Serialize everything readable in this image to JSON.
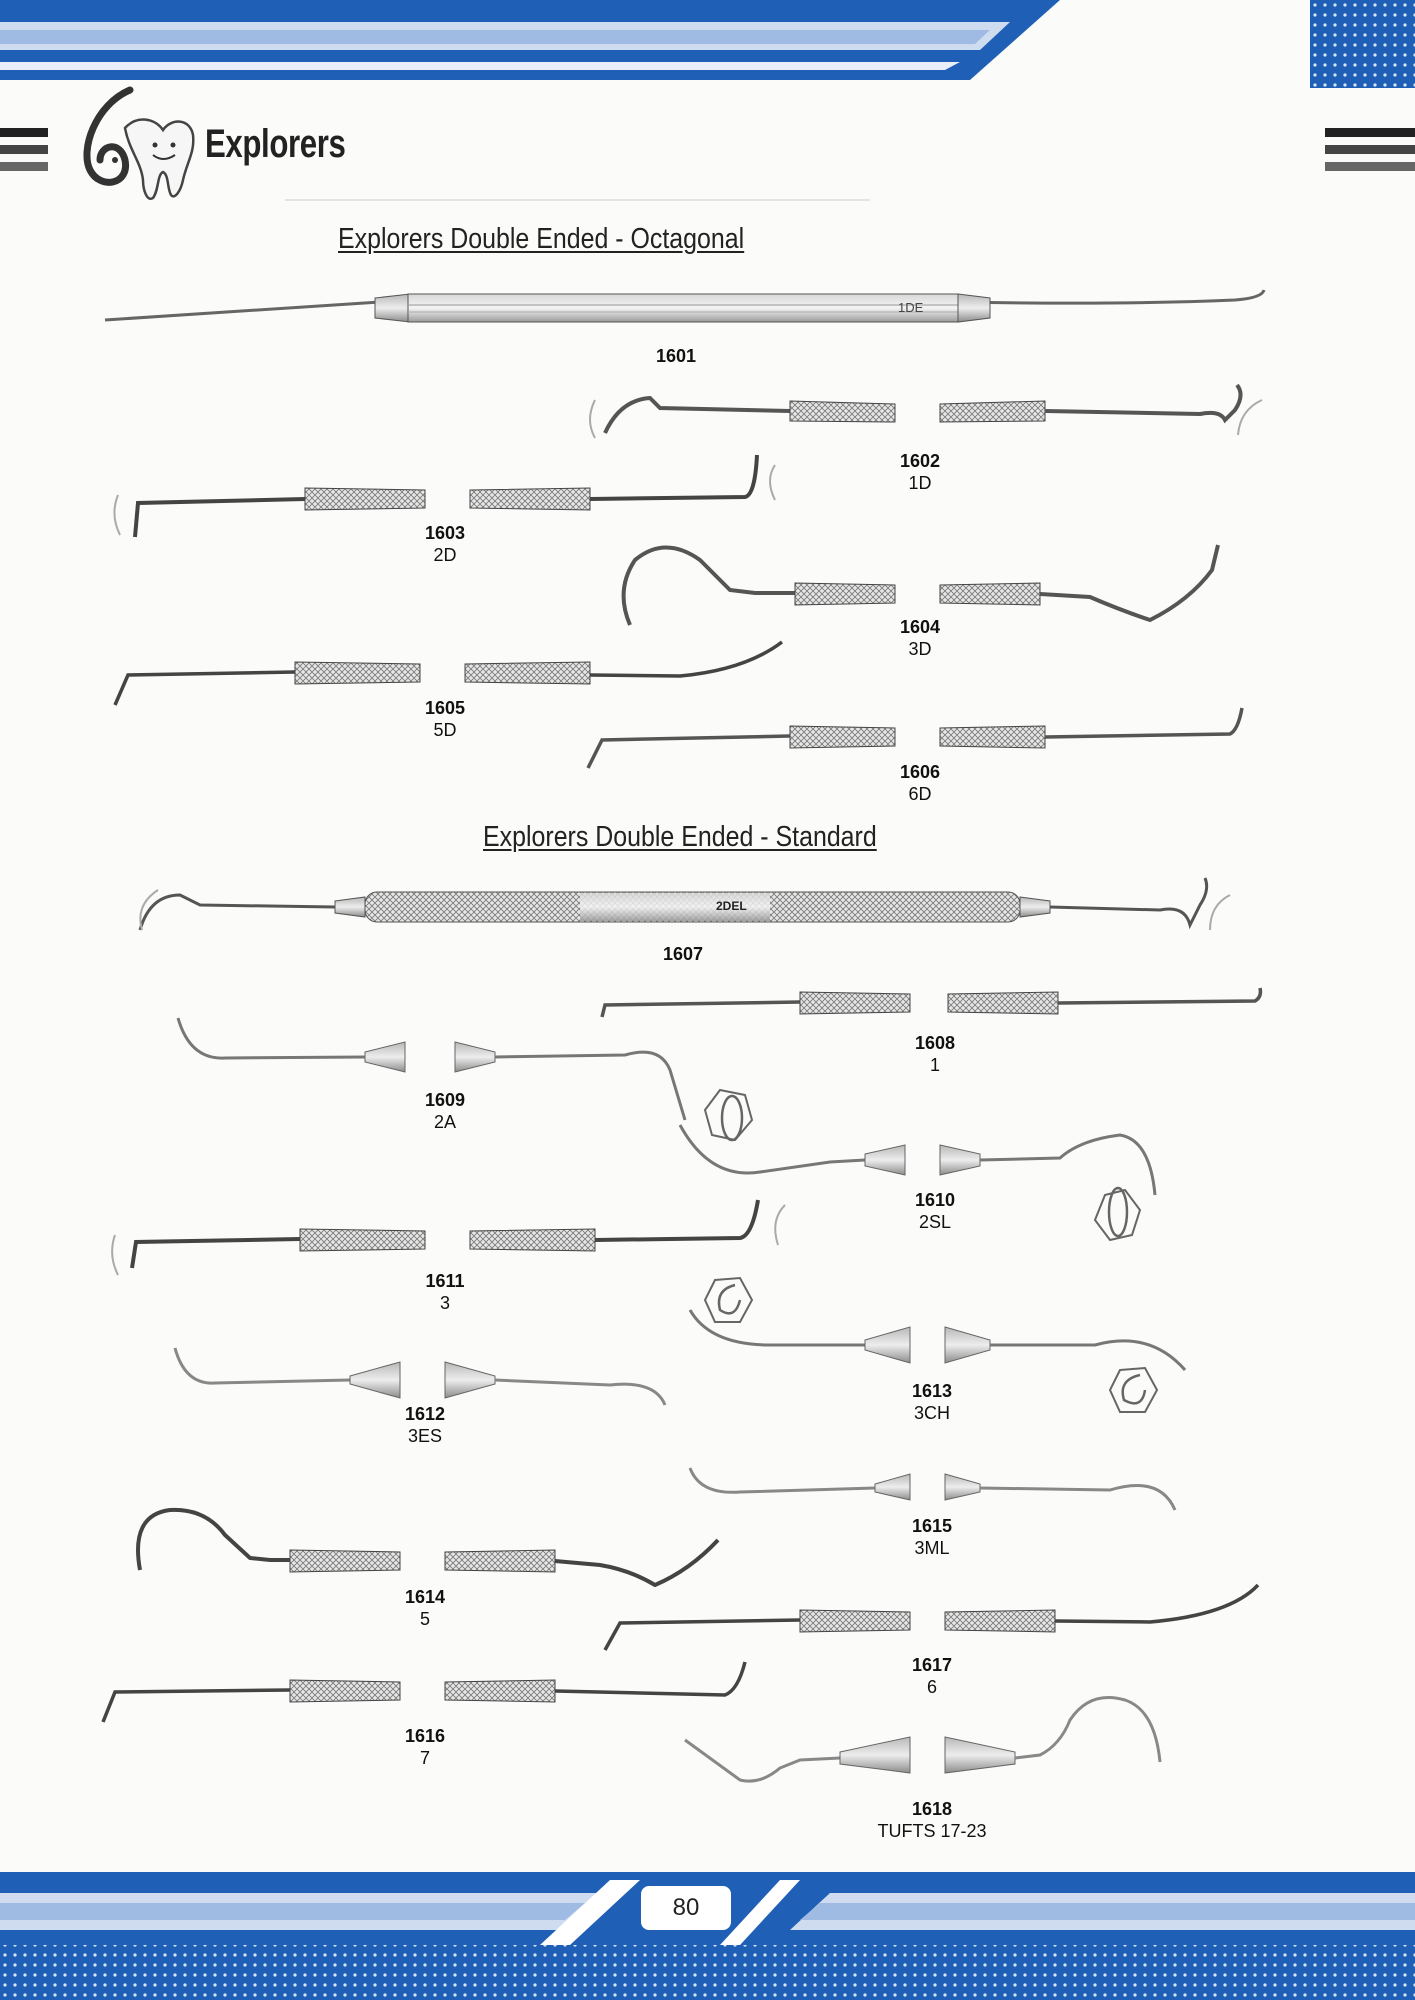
{
  "header": {
    "title": "Explorers",
    "icon": "tooth-with-explorer-icon",
    "colors": {
      "primary_blue": "#1f5fb5",
      "light_blue": "#a9c4e8"
    }
  },
  "sections": [
    {
      "title": "Explorers Double Ended - Octagonal"
    },
    {
      "title": "Explorers Double Ended - Standard"
    }
  ],
  "instruments": [
    {
      "code": "1601",
      "model": "",
      "handle_engraving": "1DE"
    },
    {
      "code": "1602",
      "model": "1D"
    },
    {
      "code": "1603",
      "model": "2D"
    },
    {
      "code": "1604",
      "model": "3D"
    },
    {
      "code": "1605",
      "model": "5D"
    },
    {
      "code": "1606",
      "model": "6D"
    },
    {
      "code": "1607",
      "model": "",
      "handle_engraving": "2DEL"
    },
    {
      "code": "1608",
      "model": "1"
    },
    {
      "code": "1609",
      "model": "2A"
    },
    {
      "code": "1610",
      "model": "2SL"
    },
    {
      "code": "1611",
      "model": "3"
    },
    {
      "code": "1612",
      "model": "3ES"
    },
    {
      "code": "1613",
      "model": "3CH"
    },
    {
      "code": "1614",
      "model": "5"
    },
    {
      "code": "1615",
      "model": "3ML"
    },
    {
      "code": "1616",
      "model": "7"
    },
    {
      "code": "1617",
      "model": "6"
    },
    {
      "code": "1618",
      "model": "TUFTS 17-23"
    }
  ],
  "footer": {
    "page_number": "80"
  }
}
